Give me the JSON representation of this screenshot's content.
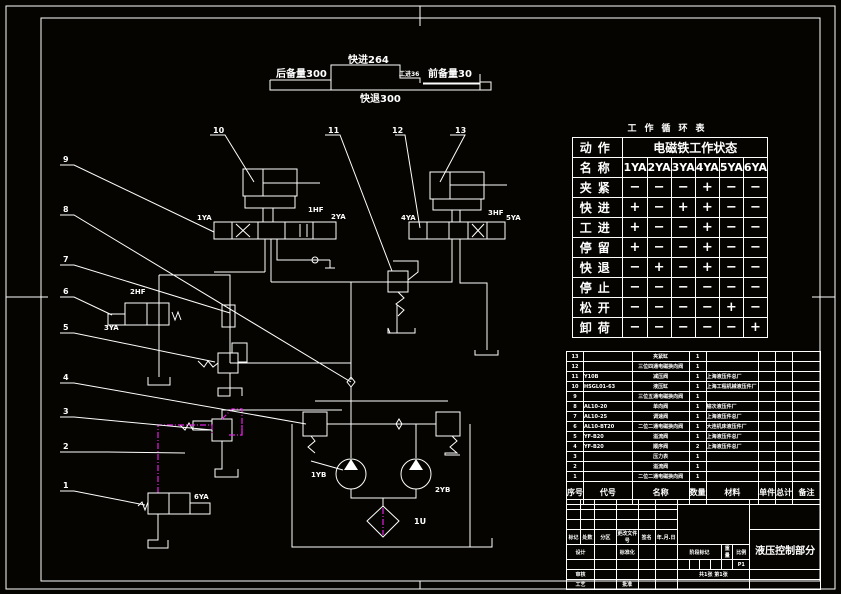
{
  "drawing": {
    "title": "液压控制部分",
    "page": "P1"
  },
  "cycle_diagram": {
    "rear_reserve": "后备量300",
    "fast_forward": "快进264",
    "work_feed": "工进36",
    "front_reserve": "前备量30",
    "fast_return": "快退300"
  },
  "component_labels": {
    "left": [
      "9",
      "8",
      "7",
      "6",
      "5",
      "4",
      "3",
      "2",
      "1"
    ],
    "top": [
      "10",
      "11",
      "12",
      "13"
    ],
    "solenoids": [
      "1YA",
      "2YA",
      "3YA",
      "4YA",
      "5YA",
      "6YA"
    ],
    "valves": [
      "1HF",
      "2HF",
      "3HF"
    ],
    "pumps": [
      "1YB",
      "2YB"
    ],
    "filter": "1U"
  },
  "work_cycle_table": {
    "title": "工作循环表",
    "header_action": [
      "动作",
      "名称"
    ],
    "header_state": "电磁铁工作状态",
    "columns": [
      "1YA",
      "2YA",
      "3YA",
      "4YA",
      "5YA",
      "6YA"
    ],
    "rows": [
      {
        "name": "夹紧",
        "states": [
          "−",
          "−",
          "−",
          "+",
          "−",
          "−"
        ]
      },
      {
        "name": "快进",
        "states": [
          "+",
          "−",
          "+",
          "+",
          "−",
          "−"
        ]
      },
      {
        "name": "工进",
        "states": [
          "+",
          "−",
          "−",
          "+",
          "−",
          "−"
        ]
      },
      {
        "name": "停留",
        "states": [
          "+",
          "−",
          "−",
          "+",
          "−",
          "−"
        ]
      },
      {
        "name": "快退",
        "states": [
          "−",
          "+",
          "−",
          "+",
          "−",
          "−"
        ]
      },
      {
        "name": "停止",
        "states": [
          "−",
          "−",
          "−",
          "−",
          "−",
          "−"
        ]
      },
      {
        "name": "松开",
        "states": [
          "−",
          "−",
          "−",
          "−",
          "+",
          "−"
        ]
      },
      {
        "name": "卸荷",
        "states": [
          "−",
          "−",
          "−",
          "−",
          "−",
          "+"
        ]
      }
    ]
  },
  "parts_list": {
    "rows": [
      {
        "no": "13",
        "code": "",
        "name": "夹紧缸",
        "qty": "1",
        "material": ""
      },
      {
        "no": "12",
        "code": "",
        "name": "三位四通电磁换向阀",
        "qty": "1",
        "material": ""
      },
      {
        "no": "11",
        "code": "Y10B",
        "name": "减压阀",
        "qty": "1",
        "material": "上海液压件总厂"
      },
      {
        "no": "10",
        "code": "HSGL01-63",
        "name": "液压缸",
        "qty": "1",
        "material": "上海工程机械液压件厂"
      },
      {
        "no": "9",
        "code": "",
        "name": "三位五通电磁换向阀",
        "qty": "1",
        "material": ""
      },
      {
        "no": "8",
        "code": "AL10-20",
        "name": "单向阀",
        "qty": "1",
        "material": "榆次液压件厂"
      },
      {
        "no": "7",
        "code": "AL10-25",
        "name": "调速阀",
        "qty": "1",
        "material": "上海液压件总厂"
      },
      {
        "no": "6",
        "code": "AL10-BT20",
        "name": "二位二通电磁换向阀",
        "qty": "1",
        "material": "大连机床液压件厂"
      },
      {
        "no": "5",
        "code": "YF-B20",
        "name": "溢流阀",
        "qty": "1",
        "material": "上海液压件总厂"
      },
      {
        "no": "4",
        "code": "YF-B20",
        "name": "顺序阀",
        "qty": "2",
        "material": "上海液压件总厂"
      },
      {
        "no": "3",
        "code": "",
        "name": "压力表",
        "qty": "1",
        "material": ""
      },
      {
        "no": "2",
        "code": "",
        "name": "溢流阀",
        "qty": "1",
        "material": ""
      },
      {
        "no": "1",
        "code": "",
        "name": "二位二通电磁换向阀",
        "qty": "1",
        "material": ""
      }
    ],
    "header": {
      "no": "序号",
      "code": "代号",
      "name": "名称",
      "qty": "数量",
      "material": "材料",
      "unit_wt": "单件",
      "total_wt": "总计",
      "weight": "重量",
      "remark": "备注"
    }
  },
  "title_block": {
    "labels": [
      "标记",
      "处数",
      "分区",
      "更改文件号",
      "签名",
      "年.月.日"
    ],
    "design": "设计",
    "standard": "标准化",
    "review": "审核",
    "process": "工艺",
    "approve": "批准",
    "stage_mark": "阶段标记",
    "weight": "重量",
    "scale": "比例",
    "sheets": "共1张 第1张"
  }
}
